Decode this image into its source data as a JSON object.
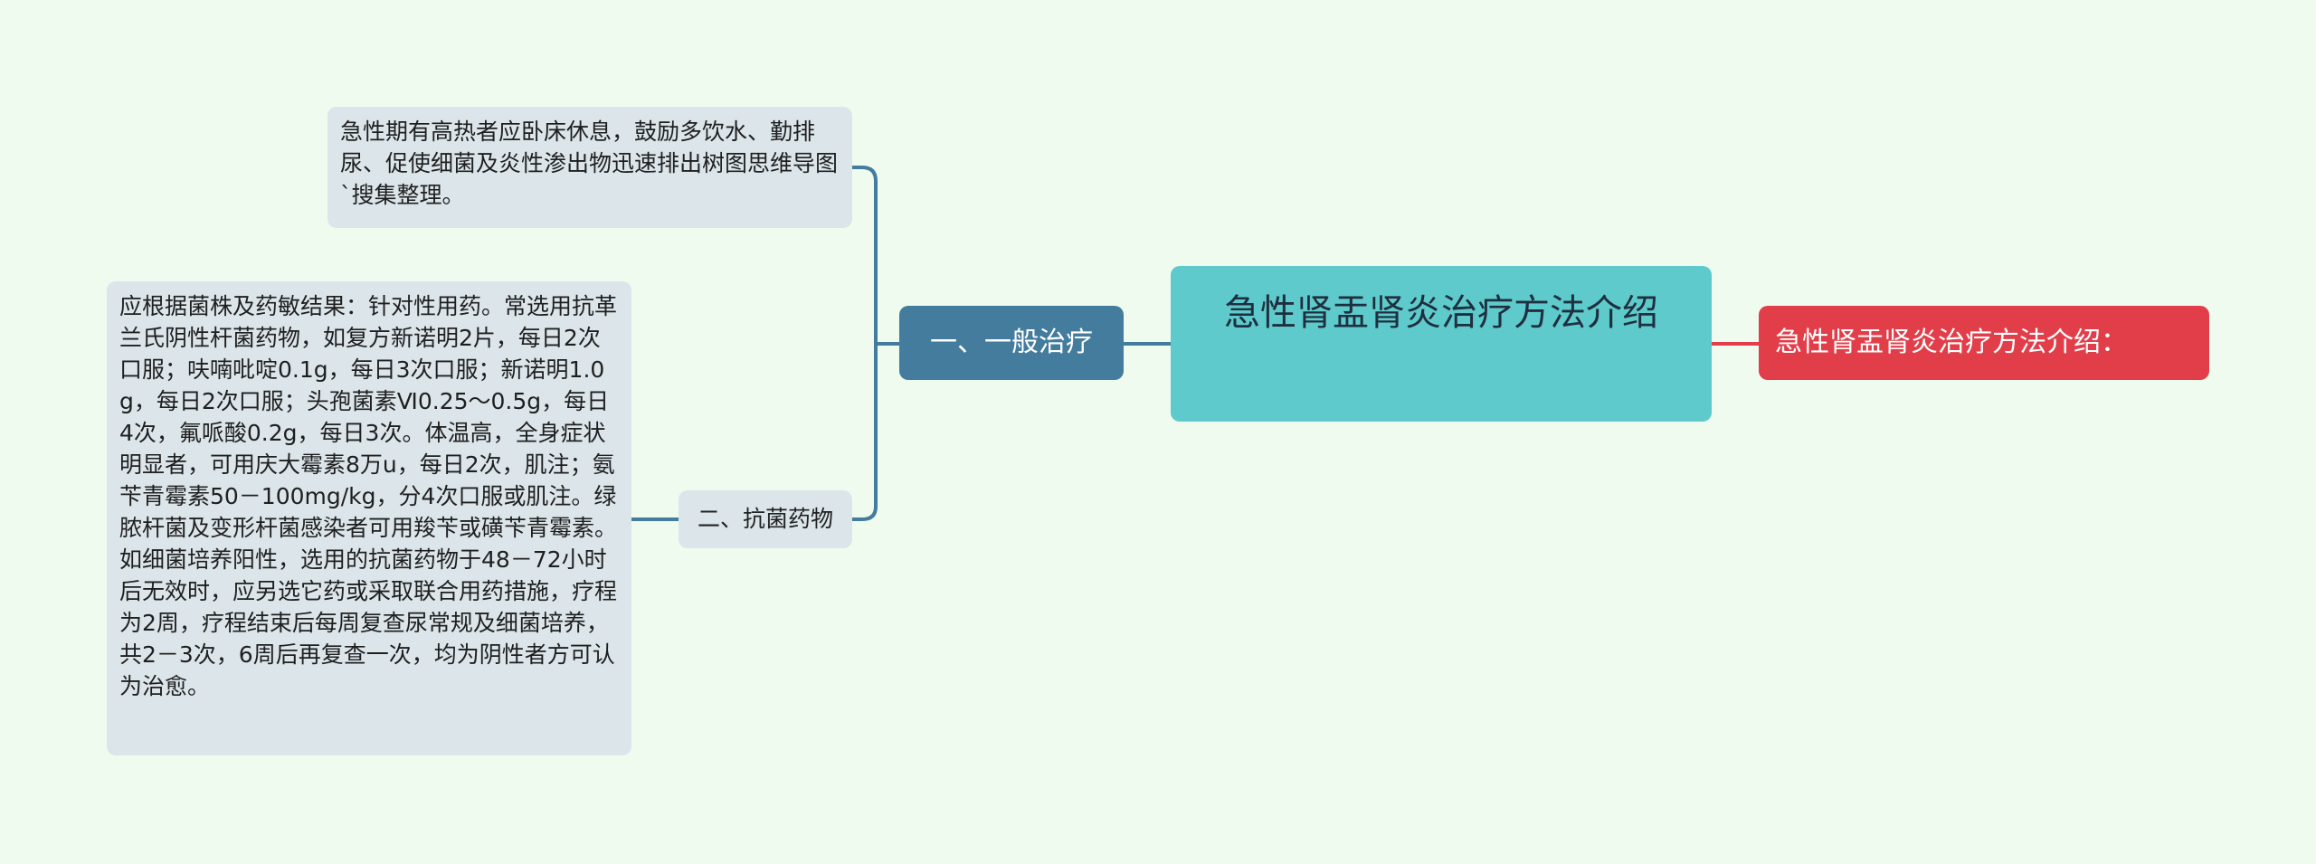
{
  "central": {
    "title": "急性肾盂肾炎治疗方法介绍"
  },
  "right_node": {
    "label": "急性肾盂肾炎治疗方法介绍："
  },
  "branches": [
    {
      "label": "一、一般治疗",
      "detail": "急性期有高热者应卧床休息，鼓励多饮水、勤排尿、促使细菌及炎性渗出物迅速排出树图思维导图`搜集整理。"
    },
    {
      "label": "二、抗菌药物",
      "detail": "应根据菌株及药敏结果：针对性用药。常选用抗革兰氏阴性杆菌药物，如复方新诺明2片，每日2次口服；呋喃吡啶0.1g，每日3次口服；新诺明1.0g，每日2次口服；头孢菌素Ⅵ0.25～0.5g，每日4次，氟哌酸0.2g，每日3次。体温高，全身症状明显者，可用庆大霉素8万u，每日2次，肌注；氨苄青霉素50－100mg/kg，分4次口服或肌注。绿脓杆菌及变形杆菌感染者可用羧苄或磺苄青霉素。如细菌培养阳性，选用的抗菌药物于48－72小时后无效时，应另选它药或采取联合用药措施，疗程为2周，疗程结束后每周复查尿常规及细菌培养，共2－3次，6周后再复查一次，均为阴性者方可认为治愈。"
    }
  ],
  "colors": {
    "background": "#f0fbef",
    "central": "#5fcacb",
    "branch_primary": "#447c9e",
    "leaf": "#dbe5ea",
    "right_node": "#e23e4a",
    "connector_left": "#447c9e",
    "connector_right": "#e23e4a"
  }
}
